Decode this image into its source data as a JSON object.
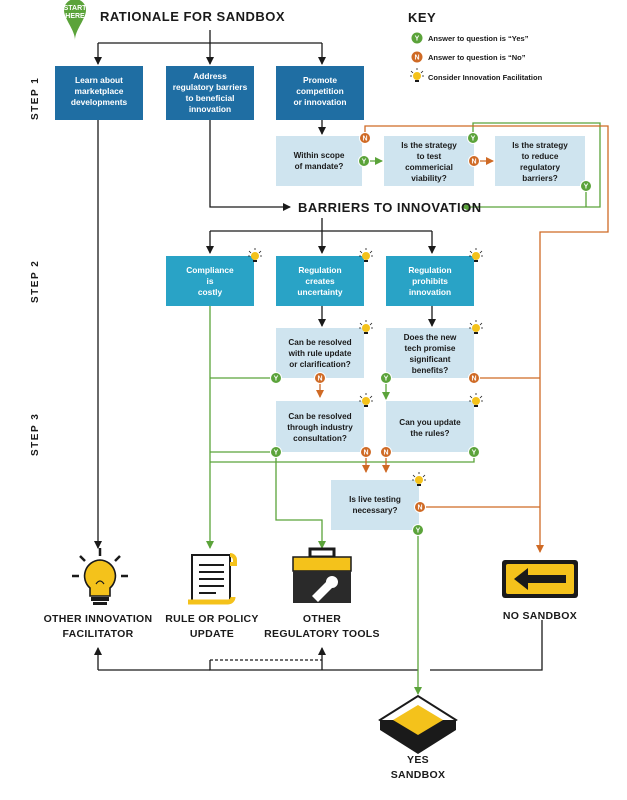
{
  "title": "RATIONALE FOR SANDBOX",
  "start_badge": [
    "START",
    "HERE"
  ],
  "key": {
    "heading": "KEY",
    "yes_letter": "Y",
    "no_letter": "N",
    "yes_text": "Answer to question is “Yes”",
    "no_text": "Answer to question is “No”",
    "facilitation_text": "Consider Innovation Facilitation"
  },
  "steps": [
    "STEP 1",
    "STEP 2",
    "STEP 3"
  ],
  "rationales": [
    [
      "Learn about",
      "marketplace",
      "developments"
    ],
    [
      "Address",
      "regulatory barriers",
      "to beneficial",
      "innovation"
    ],
    [
      "Promote",
      "competition",
      "or innovation"
    ]
  ],
  "step1_questions": [
    [
      "Within scope",
      "of mandate?"
    ],
    [
      "Is the strategy",
      "to test",
      "commericial",
      "viability?"
    ],
    [
      "Is the strategy",
      "to reduce",
      "regulatory",
      "barriers?"
    ]
  ],
  "barriers_heading": "BARRIERS TO INNOVATION",
  "barriers": [
    [
      "Compliance",
      "is",
      "costly"
    ],
    [
      "Regulation",
      "creates",
      "uncertainty"
    ],
    [
      "Regulation",
      "prohibits",
      "innovation"
    ]
  ],
  "step2_questions": [
    [
      "Can be resolved",
      "with rule update",
      "or clarification?"
    ],
    [
      "Does the new",
      "tech promise",
      "significant",
      "benefits?"
    ]
  ],
  "step3_questions": [
    [
      "Can be resolved",
      "through industry",
      "consultation?"
    ],
    [
      "Can you update",
      "the rules?"
    ],
    [
      "Is live testing",
      "necessary?"
    ]
  ],
  "outcomes": {
    "innovation_facilitator": [
      "OTHER INNOVATION",
      "FACILITATOR"
    ],
    "rule_update": [
      "RULE OR POLICY",
      "UPDATE"
    ],
    "regulatory_tools": [
      "OTHER",
      "REGULATORY TOOLS"
    ],
    "no_sandbox": [
      "NO SANDBOX"
    ],
    "yes_sandbox": [
      "YES",
      "SANDBOX"
    ]
  },
  "colors": {
    "dark_blue": "#1f6ea3",
    "teal": "#29a3c6",
    "light_blue": "#cfe4ef",
    "yes_green": "#5ba33a",
    "no_orange": "#cf6a25",
    "bulb_yellow": "#f4c21b",
    "text_dark": "#1a1a1a"
  }
}
